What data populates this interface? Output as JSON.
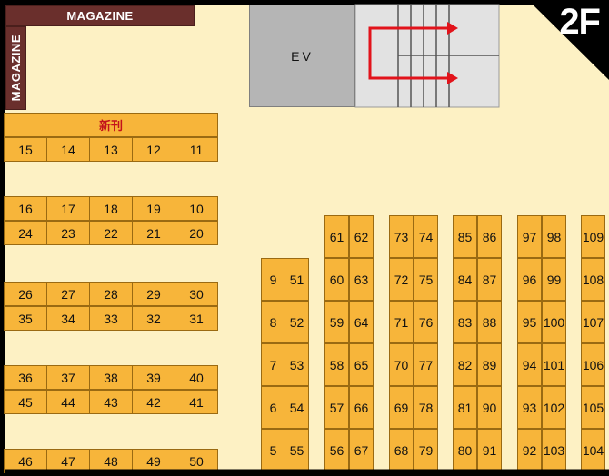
{
  "floor": {
    "label": "2F",
    "colors": {
      "background": "#fdf1c4",
      "frame": "#000000",
      "shelf": "#f7b53a",
      "shelf_border": "#9a6a12",
      "magazine": "#6a2f2c",
      "elevator": "#b5b5b5",
      "stairs": "#e2e2e2",
      "arrow": "#e2131b",
      "new_release_text": "#c3131c"
    }
  },
  "areas": {
    "magazine_top": "MAGAZINE",
    "magazine_side": "MAGAZINE",
    "elevator": "EV",
    "new_releases": "新刊",
    "stairs_icon": "stairs-up-arrow-icon"
  },
  "rows": [
    [
      "15",
      "14",
      "13",
      "12",
      "11"
    ],
    [
      "16",
      "17",
      "18",
      "19",
      "10"
    ],
    [
      "24",
      "23",
      "22",
      "21",
      "20"
    ],
    [
      "26",
      "27",
      "28",
      "29",
      "30"
    ],
    [
      "35",
      "34",
      "33",
      "32",
      "31"
    ],
    [
      "36",
      "37",
      "38",
      "39",
      "40"
    ],
    [
      "45",
      "44",
      "43",
      "42",
      "41"
    ],
    [
      "46",
      "47",
      "48",
      "49",
      "50"
    ]
  ],
  "aisles": [
    {
      "left": [
        "9",
        "8",
        "7",
        "6",
        "5"
      ],
      "right": [
        "51",
        "52",
        "53",
        "54",
        "55"
      ]
    },
    {
      "left": [
        "61",
        "60",
        "59",
        "58",
        "57",
        "56"
      ],
      "right": [
        "62",
        "63",
        "64",
        "65",
        "66",
        "67"
      ]
    },
    {
      "left": [
        "73",
        "72",
        "71",
        "70",
        "69",
        "68"
      ],
      "right": [
        "74",
        "75",
        "76",
        "77",
        "78",
        "79"
      ]
    },
    {
      "left": [
        "85",
        "84",
        "83",
        "82",
        "81",
        "80"
      ],
      "right": [
        "86",
        "87",
        "88",
        "89",
        "90",
        "91"
      ]
    },
    {
      "left": [
        "97",
        "96",
        "95",
        "94",
        "93",
        "92"
      ],
      "right": [
        "98",
        "99",
        "100",
        "101",
        "102",
        "103"
      ]
    },
    {
      "left": [
        "109",
        "108",
        "107",
        "106",
        "105",
        "104"
      ]
    }
  ]
}
